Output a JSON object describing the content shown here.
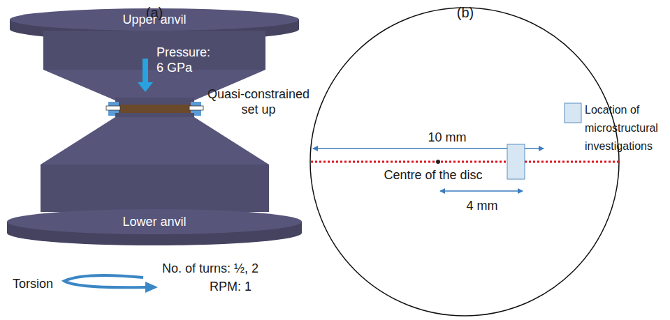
{
  "diagram": {
    "labels": [
      "(a)",
      "(b)",
      "Upper anvil",
      "Pressure: 6 GPa",
      "Quasi-constrained set up",
      "Lower anvil",
      "Torsion",
      "No. of turns: ½, 2",
      "RPM: 1",
      "10 mm",
      "Centre of the disc",
      "4 mm"
    ],
    "legend": [
      {
        "text": "Location of microstructural investigations"
      }
    ]
  }
}
